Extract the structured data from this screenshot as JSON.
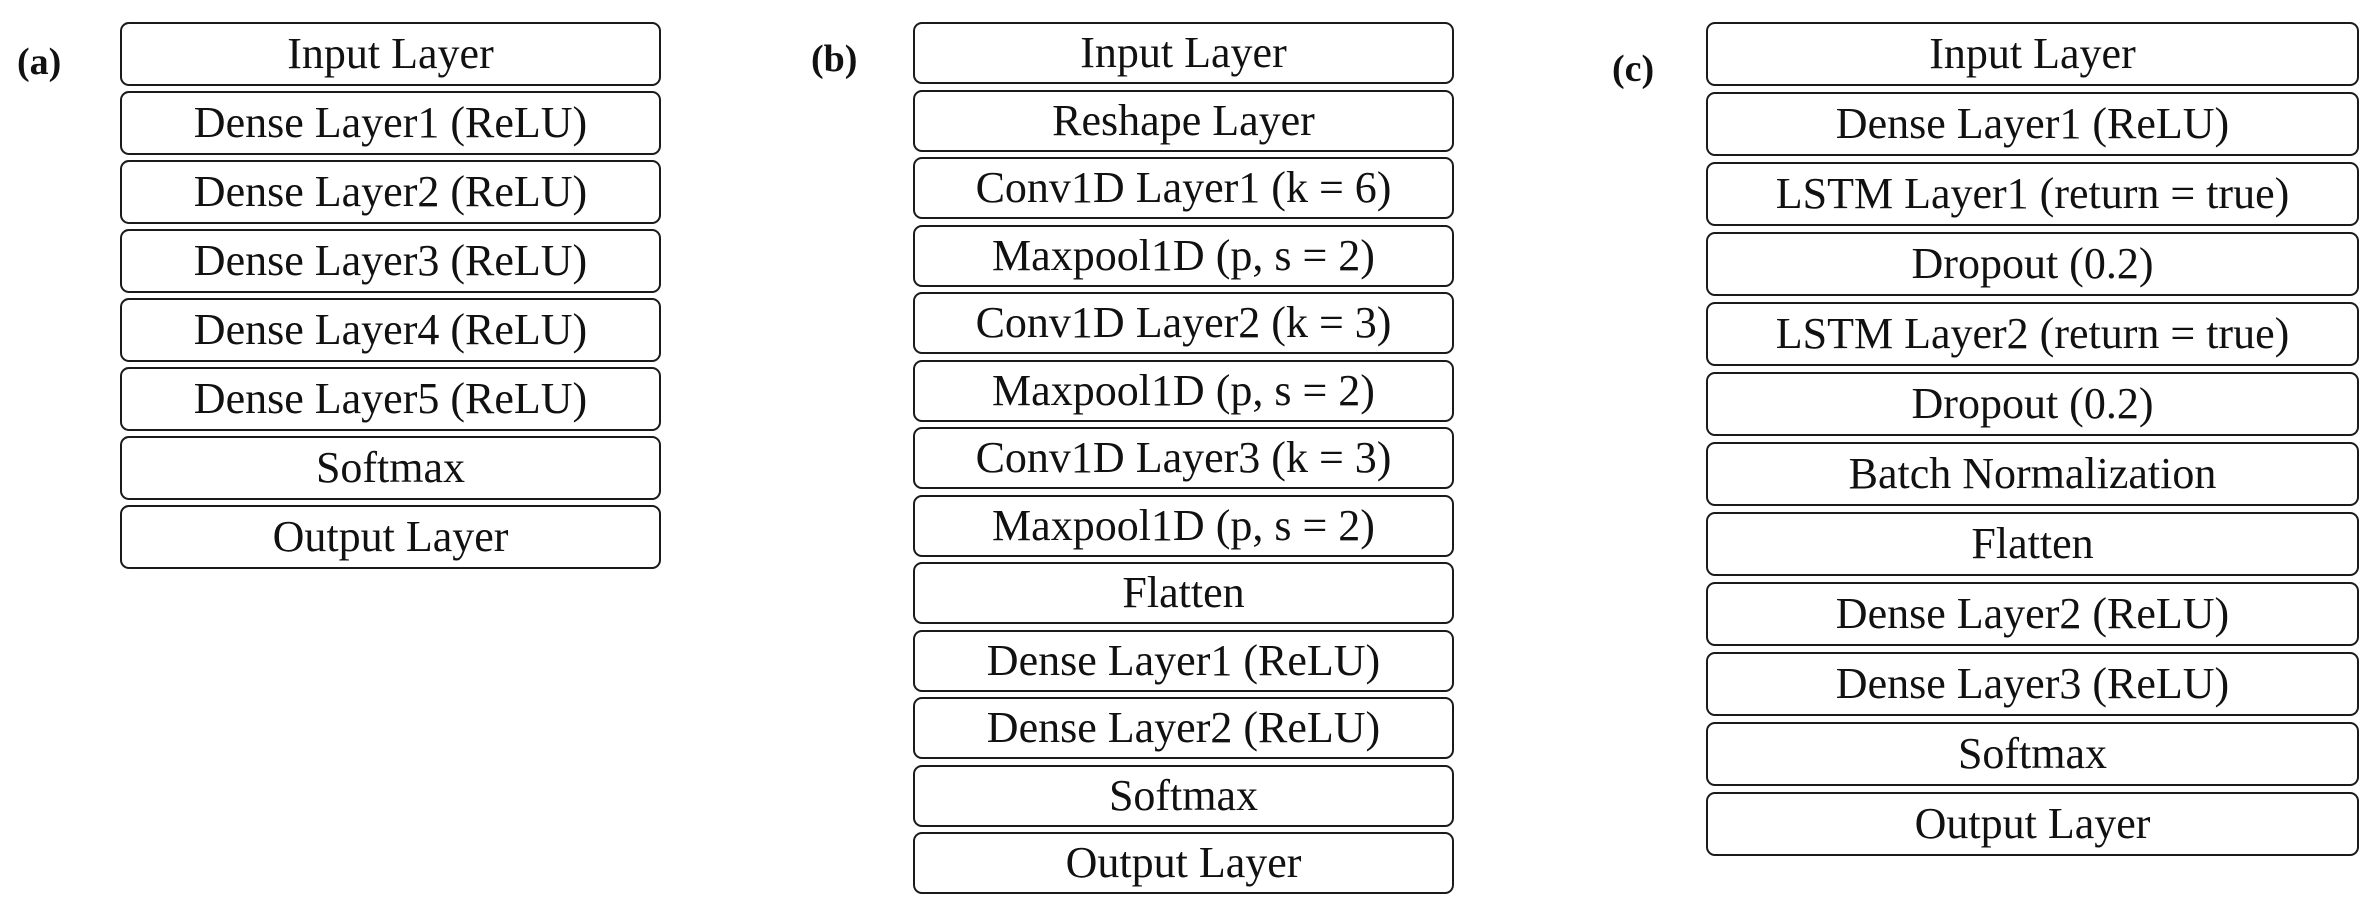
{
  "panels": [
    {
      "label": "(a)",
      "layers": [
        "Input Layer",
        "Dense Layer1 (ReLU)",
        "Dense Layer2 (ReLU)",
        "Dense Layer3 (ReLU)",
        "Dense Layer4 (ReLU)",
        "Dense Layer5 (ReLU)",
        "Softmax",
        "Output Layer"
      ]
    },
    {
      "label": "(b)",
      "layers": [
        "Input Layer",
        "Reshape Layer",
        "Conv1D Layer1 (k = 6)",
        "Maxpool1D (p, s = 2)",
        "Conv1D Layer2 (k = 3)",
        "Maxpool1D (p, s = 2)",
        "Conv1D Layer3 (k = 3)",
        "Maxpool1D (p, s = 2)",
        "Flatten",
        "Dense Layer1 (ReLU)",
        "Dense Layer2 (ReLU)",
        "Softmax",
        "Output Layer"
      ]
    },
    {
      "label": "(c)",
      "layers": [
        "Input Layer",
        "Dense Layer1 (ReLU)",
        "LSTM Layer1 (return = true)",
        "Dropout (0.2)",
        "LSTM Layer2 (return = true)",
        "Dropout (0.2)",
        "Batch Normalization",
        "Flatten",
        "Dense Layer2 (ReLU)",
        "Dense Layer3 (ReLU)",
        "Softmax",
        "Output Layer"
      ]
    }
  ]
}
